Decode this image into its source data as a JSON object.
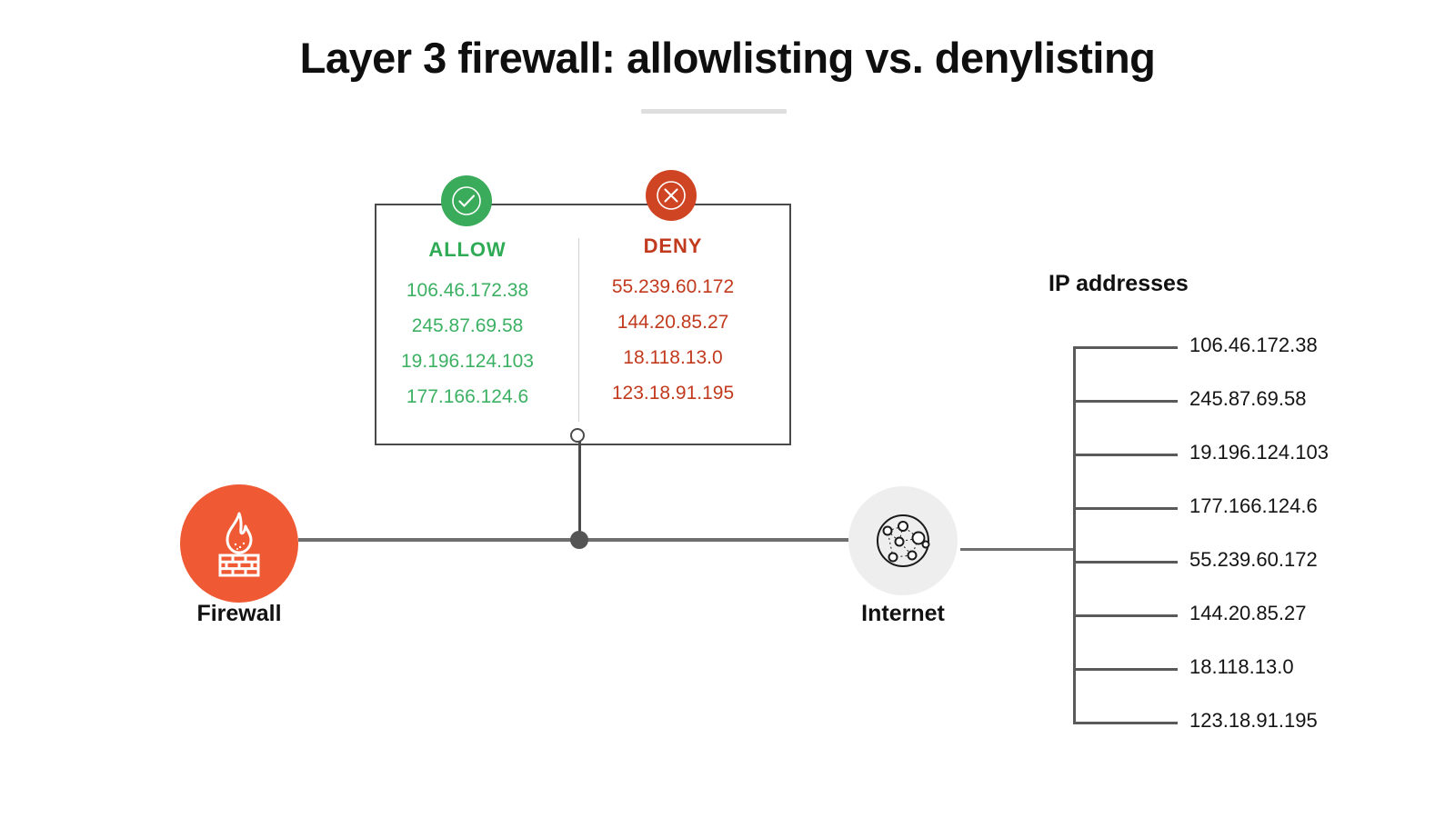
{
  "header": {
    "title": "Layer 3 firewall: allowlisting vs. denylisting"
  },
  "rule_box": {
    "allow_column": {
      "badge_icon": "check-circle-icon",
      "heading": "ALLOW",
      "color": "#3cb163",
      "ips": [
        "106.46.172.38",
        "245.87.69.58",
        "19.196.124.103",
        "177.166.124.6"
      ]
    },
    "deny_column": {
      "badge_icon": "x-circle-icon",
      "heading": "DENY",
      "color": "#c23a1d",
      "ips": [
        "55.239.60.172",
        "144.20.85.27",
        "18.118.13.0",
        "123.18.91.195"
      ]
    }
  },
  "firewall_node": {
    "label": "Firewall",
    "icon": "firewall-flame-icon",
    "color": "#ef5a34"
  },
  "internet_node": {
    "label": "Internet",
    "icon": "network-globe-icon",
    "color": "#eeeeee"
  },
  "ip_list": {
    "title": "IP addresses",
    "items": [
      "106.46.172.38",
      "245.87.69.58",
      "19.196.124.103",
      "177.166.124.6",
      "55.239.60.172",
      "144.20.85.27",
      "18.118.13.0",
      "123.18.91.195"
    ]
  }
}
